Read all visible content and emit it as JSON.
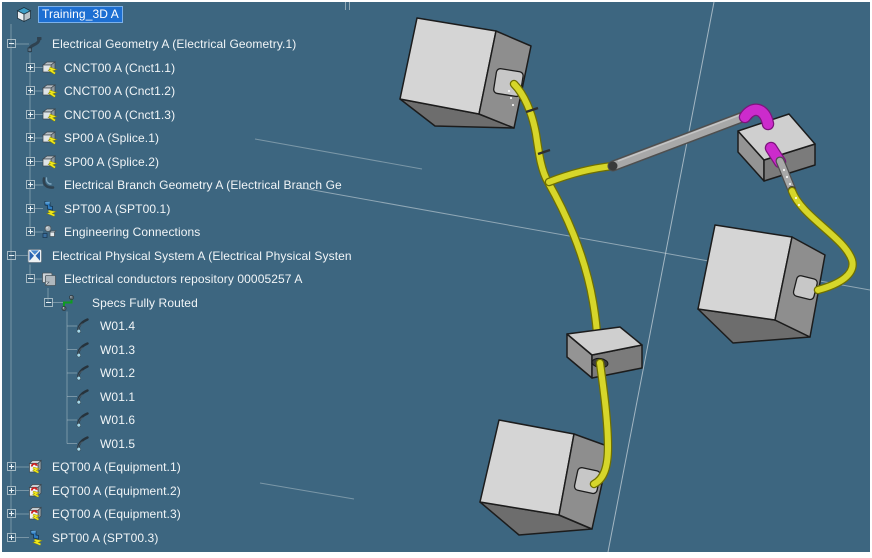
{
  "tree": {
    "items": [
      {
        "label": "Training_3D A",
        "level": 0,
        "icon": "root-cube",
        "expand": "none",
        "selected": true
      },
      {
        "label": "Electrical Geometry A (Electrical Geometry.1)",
        "level": 1,
        "icon": "electrical-geometry",
        "expand": "minus"
      },
      {
        "label": "CNCT00 A (Cnct1.1)",
        "level": 2,
        "icon": "connector",
        "expand": "plus"
      },
      {
        "label": "CNCT00 A (Cnct1.2)",
        "level": 2,
        "icon": "connector",
        "expand": "plus"
      },
      {
        "label": "CNCT00 A (Cnct1.3)",
        "level": 2,
        "icon": "connector",
        "expand": "plus"
      },
      {
        "label": "SP00 A (Splice.1)",
        "level": 2,
        "icon": "connector",
        "expand": "plus"
      },
      {
        "label": "SP00 A (Splice.2)",
        "level": 2,
        "icon": "connector",
        "expand": "plus"
      },
      {
        "label": "Electrical Branch Geometry A (Electrical Branch Ge",
        "level": 2,
        "icon": "branch-geometry",
        "expand": "plus"
      },
      {
        "label": "SPT00 A (SPT00.1)",
        "level": 2,
        "icon": "support",
        "expand": "plus"
      },
      {
        "label": "Engineering Connections",
        "level": 2,
        "icon": "engineering-connections",
        "expand": "plus"
      },
      {
        "label": "Electrical Physical System A (Electrical Physical Systen",
        "level": 1,
        "icon": "physical-system",
        "expand": "minus"
      },
      {
        "label": "Electrical conductors repository 00005257 A",
        "level": 2,
        "icon": "repository",
        "expand": "minus"
      },
      {
        "label": "Specs Fully Routed",
        "level": 3,
        "icon": "route",
        "expand": "minus"
      },
      {
        "label": "W01.4",
        "level": 4,
        "icon": "wire",
        "expand": "leaf"
      },
      {
        "label": "W01.3",
        "level": 4,
        "icon": "wire",
        "expand": "leaf"
      },
      {
        "label": "W01.2",
        "level": 4,
        "icon": "wire",
        "expand": "leaf"
      },
      {
        "label": "W01.1",
        "level": 4,
        "icon": "wire",
        "expand": "leaf"
      },
      {
        "label": "W01.6",
        "level": 4,
        "icon": "wire",
        "expand": "leaf"
      },
      {
        "label": "W01.5",
        "level": 4,
        "icon": "wire",
        "expand": "leaf"
      },
      {
        "label": "EQT00 A (Equipment.1)",
        "level": 1,
        "icon": "equipment",
        "expand": "plus"
      },
      {
        "label": "EQT00 A (Equipment.2)",
        "level": 1,
        "icon": "equipment",
        "expand": "plus"
      },
      {
        "label": "EQT00 A (Equipment.3)",
        "level": 1,
        "icon": "equipment",
        "expand": "plus"
      },
      {
        "label": "SPT00 A (SPT00.3)",
        "level": 1,
        "icon": "support",
        "expand": "plus"
      }
    ]
  },
  "scene": {
    "colors": {
      "bg": "#3d6680",
      "cable": "#d6d62a",
      "cable-edge": "#6f6f00",
      "tube": "#a8a8a8",
      "tube-edge": "#4f4f4f",
      "magenta": "#cc2bcc",
      "magenta-edge": "#7d147d",
      "box-front": "#d5d5d5",
      "box-side": "#8e8e8e",
      "box-bottom": "#6d6d6d",
      "box-outline": "#1c1c1c",
      "axis": "#c6d2d8",
      "selection": "#1d6fd2"
    }
  }
}
